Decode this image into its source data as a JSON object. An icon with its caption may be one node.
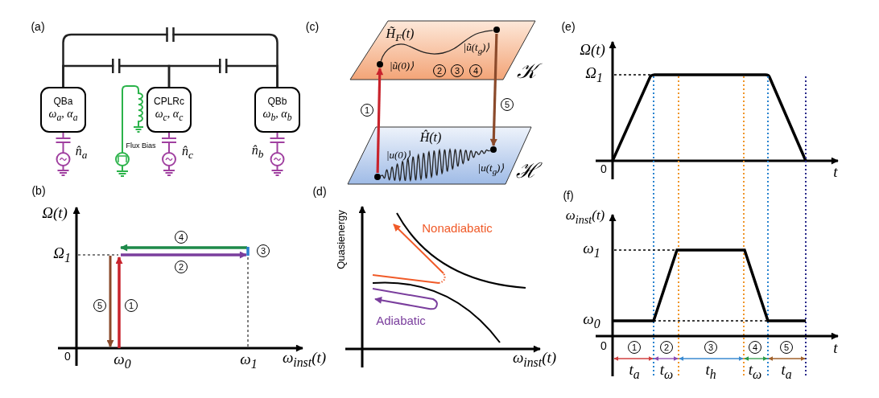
{
  "diagram": {
    "nodes": [
      {
        "text": [
          "QBa",
          "ω$_{a}$, α$_{a}$"
        ]
      },
      {
        "text": [
          "CPLRc",
          "ω$_{c}$, α$_{c}$"
        ]
      },
      {
        "text": [
          "QBb",
          "ω$_{b}$, α$_{b}$"
        ]
      },
      {
        "text": [],
        "shape": "circle",
        "beside": [
          "|ũ(t$_{g}$)⟩"
        ]
      },
      {
        "text": [],
        "shape": "circle",
        "beside": [
          "|ũ(0)⟩"
        ]
      },
      {
        "text": [],
        "shape": "circle",
        "beside": [
          "|u(t$_{g}$)⟩"
        ]
      },
      {
        "text": [],
        "shape": "circle",
        "beside": [
          "|u(0)⟩"
        ]
      }
    ],
    "edges": [
      {
        "from": 0,
        "to": 2,
        "arrow": "none"
      },
      {
        "from": 0,
        "to": 1,
        "arrow": "none"
      },
      {
        "from": 1,
        "to": 2,
        "arrow": "none"
      },
      {
        "from": 6,
        "to": 4,
        "arrow": "to",
        "color": "#c8232c"
      },
      {
        "from": 3,
        "to": 5,
        "arrow": "to",
        "color": "#8b4a2b"
      },
      {
        "from": 4,
        "to": 3,
        "arrow": "none"
      },
      {
        "from": 6,
        "to": 5,
        "arrow": "none"
      }
    ],
    "labels": [
      "(a)",
      "Flux Bias",
      "n̂$_{a}$",
      "n̂$_{c}$",
      "n̂$_{b}$",
      "(b)",
      "Ω(t)",
      "Ω$_{1}$",
      "4",
      "3",
      "2",
      "5",
      "1",
      "0",
      "ω$_{0}$",
      "ω$_{1}$",
      "ω$_{inst}$(t)",
      "(c)",
      "H̃$_{F}$(t)",
      "2",
      "3",
      "4",
      "𝒦",
      "1",
      "5",
      "Ĥ(t)",
      "ℋ",
      "(d)",
      "Quasienergy",
      "Nonadiabatic",
      "Adiabatic",
      "ω$_{inst}$(t)",
      "(e)",
      "Ω(t)",
      "Ω$_{1}$",
      "0",
      "t",
      "(f)",
      "ω$_{inst}$(t)",
      "ω$_{1}$",
      "ω$_{0}$",
      "0",
      "1",
      "2",
      "3",
      "4",
      "5",
      "t",
      "t$_{a}$",
      "t$_{ω}$",
      "t$_{h}$",
      "t$_{ω}$",
      "t$_{a}$"
    ]
  }
}
